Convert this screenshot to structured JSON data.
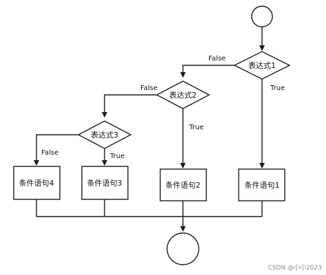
{
  "nodes": {
    "decision_1": "表达式1",
    "decision_2": "表达式2",
    "decision_3": "表达式3",
    "statement_1": "条件语句1",
    "statement_2": "条件语句2",
    "statement_3": "条件语句3",
    "statement_4": "条件语句4"
  },
  "branches": {
    "decision_1_false": "False",
    "decision_1_true": "True",
    "decision_2_false": "False",
    "decision_2_true": "True",
    "decision_3_false": "False",
    "decision_3_true": "True"
  },
  "watermark": "CSDN @小小2023"
}
